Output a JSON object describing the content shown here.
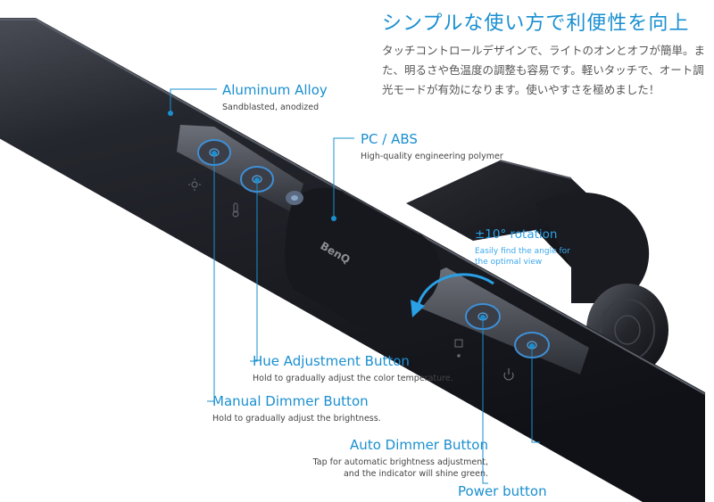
{
  "hero": {
    "title": "シンプルな使い方で利便性を向上",
    "body": "タッチコントロールデザインで、ライトのオンとオフが簡単。また、明るさや色温度の調整も容易です。軽いタッチで、オート調光モードが有効になります。使いやすさを極めました！"
  },
  "brand": {
    "logo": "BenQ"
  },
  "callouts": {
    "aluminum": {
      "title": "Aluminum Alloy",
      "subtitle": "Sandblasted, anodized"
    },
    "pcabs": {
      "title": "PC / ABS",
      "subtitle": "High-quality engineering polymer"
    },
    "rotation": {
      "title": "±10° rotation",
      "subtitle_1": "Easily find the angle for",
      "subtitle_2": "the optimal view"
    },
    "hue": {
      "title": "Hue Adjustment Button",
      "subtitle": "Hold to gradually adjust the color temperature."
    },
    "dimmer": {
      "title": "Manual Dimmer Button",
      "subtitle": "Hold to gradually adjust the brightness."
    },
    "auto": {
      "title": "Auto Dimmer Button",
      "subtitle_1": "Tap for automatic brightness adjustment,",
      "subtitle_2": "and the indicator will shine green."
    },
    "power": {
      "title": "Power button"
    }
  },
  "colors": {
    "accent": "#1a8fd0",
    "bar": "#1c1e24",
    "bar_highlight": "#3a3d46",
    "button_ring": "#3f8fd6"
  },
  "icons": [
    "brightness-sun-icon",
    "color-temperature-icon",
    "auto-dimmer-icon",
    "power-icon",
    "rotation-arrow-icon"
  ]
}
